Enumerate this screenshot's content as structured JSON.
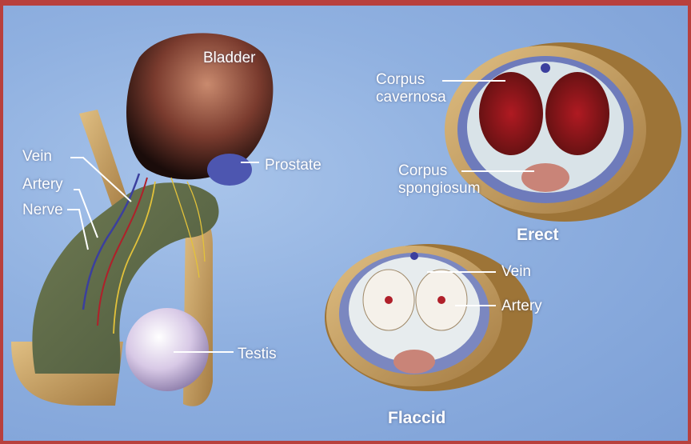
{
  "labels": {
    "bladder": "Bladder",
    "prostate": "Prostate",
    "vein_left": "Vein",
    "artery_left": "Artery",
    "nerve": "Nerve",
    "testis": "Testis",
    "corpus_cavernosa": "Corpus\ncavernosa",
    "corpus_spongiosum": "Corpus\nspongiosum",
    "erect": "Erect",
    "vein_right": "Vein",
    "artery_right": "Artery",
    "flaccid": "Flaccid"
  },
  "colors": {
    "frame": "#b8403d",
    "background": "#8fb0e0",
    "tissue_tan": "#c9a66b",
    "bladder": "#7a3b2e",
    "vessel_blue": "#3b3f9e",
    "artery_red": "#b0202a",
    "nerve_yellow": "#e3c23a"
  }
}
